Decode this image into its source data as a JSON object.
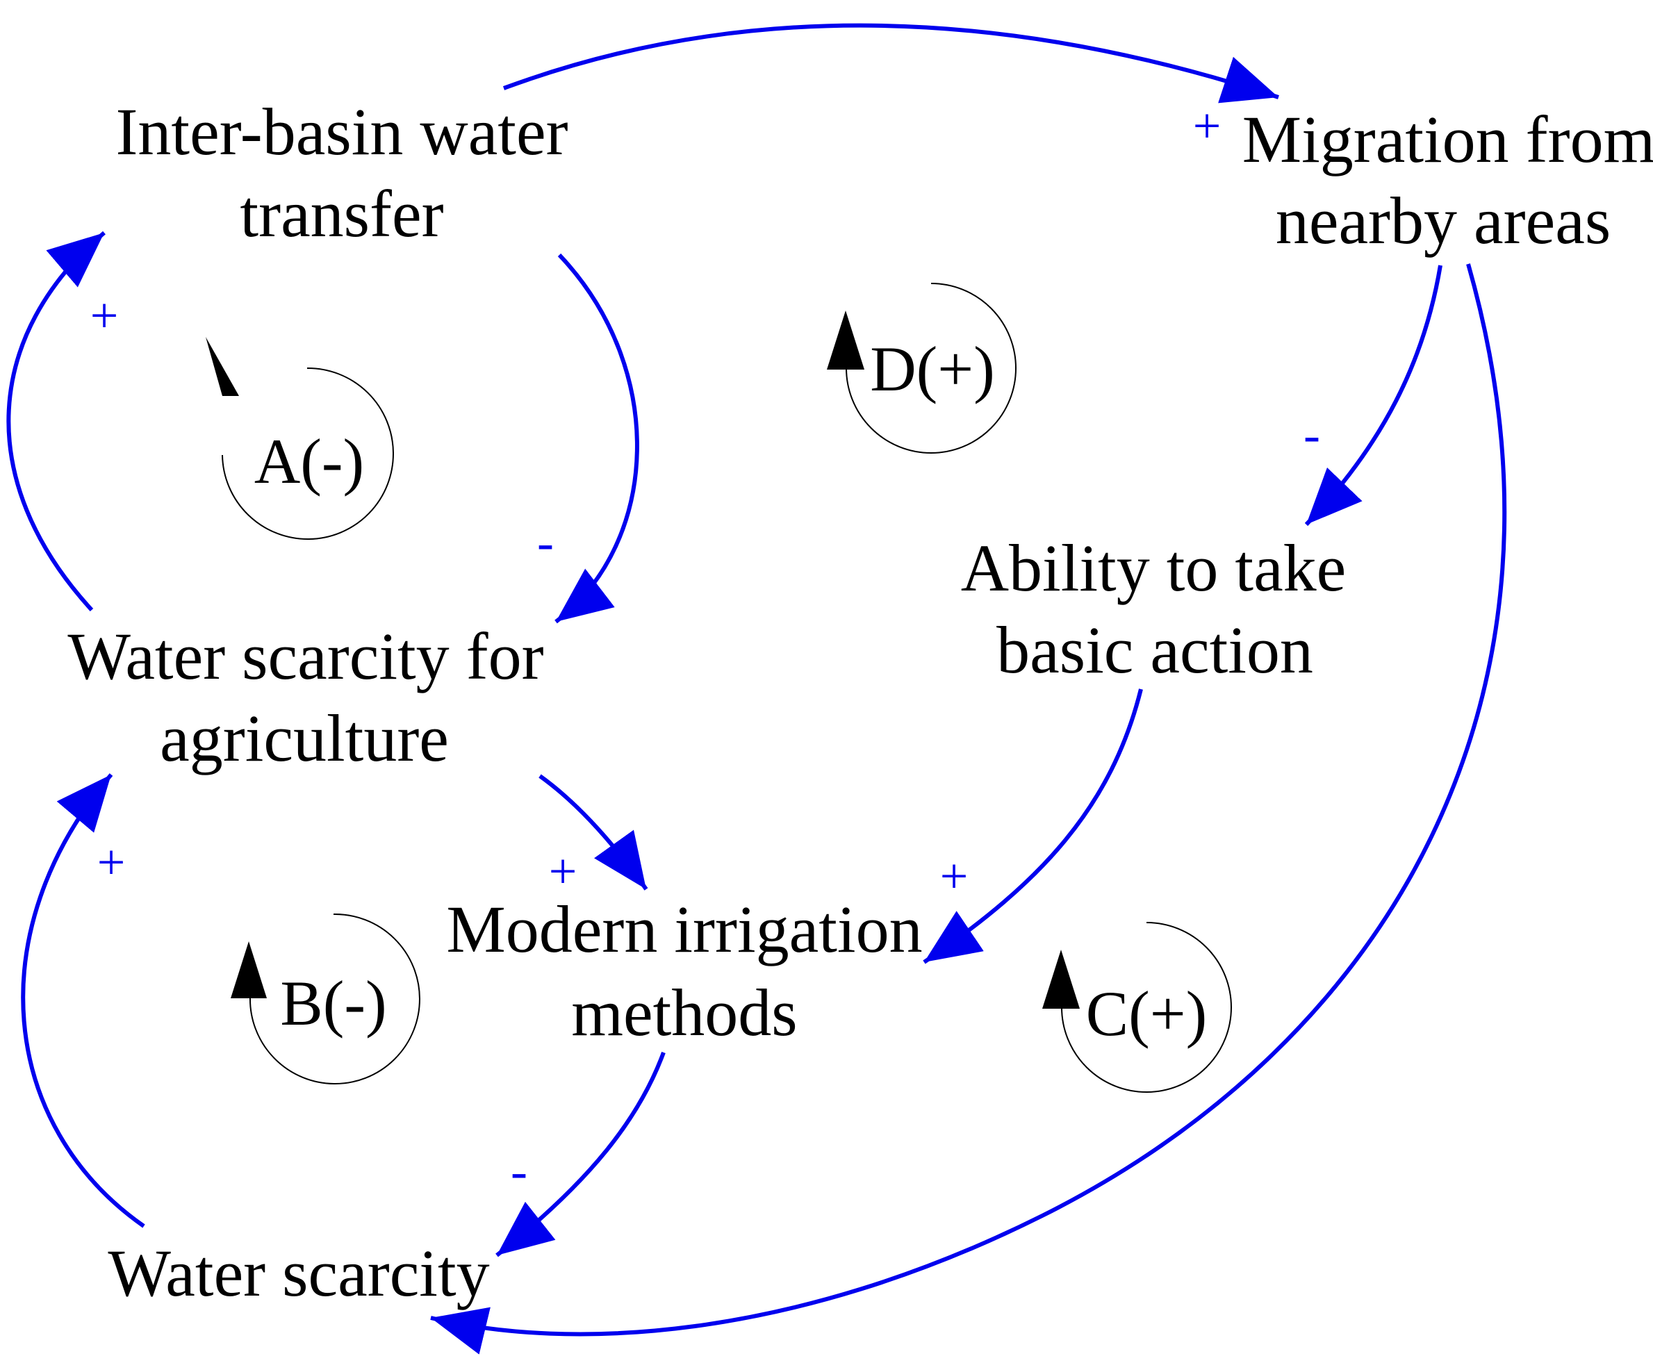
{
  "colors": {
    "link": "#0000EE",
    "text": "#000000",
    "loop_marker": "#000000"
  },
  "nodes": {
    "inter_basin": [
      "Inter-basin water",
      "transfer"
    ],
    "migration": [
      "Migration from",
      "nearby areas"
    ],
    "ability": [
      "Ability to take",
      "basic action"
    ],
    "water_scarcity_ag": [
      "Water scarcity for",
      "agriculture"
    ],
    "modern_irrigation": [
      "Modern irrigation",
      "methods"
    ],
    "water_scarcity": [
      "Water scarcity"
    ]
  },
  "loops": {
    "A": "A(-)",
    "B": "B(-)",
    "C": "C(+)",
    "D": "D(+)"
  },
  "links": [
    {
      "from": "inter_basin",
      "to": "migration",
      "polarity": "+"
    },
    {
      "from": "inter_basin",
      "to": "water_scarcity_ag",
      "polarity": "-"
    },
    {
      "from": "water_scarcity_ag",
      "to": "inter_basin",
      "polarity": "+"
    },
    {
      "from": "migration",
      "to": "ability",
      "polarity": "-"
    },
    {
      "from": "migration",
      "to": "water_scarcity",
      "polarity": ""
    },
    {
      "from": "ability",
      "to": "modern_irrigation",
      "polarity": "+"
    },
    {
      "from": "water_scarcity_ag",
      "to": "modern_irrigation",
      "polarity": "+"
    },
    {
      "from": "modern_irrigation",
      "to": "water_scarcity",
      "polarity": "-"
    },
    {
      "from": "water_scarcity",
      "to": "water_scarcity_ag",
      "polarity": "+"
    }
  ]
}
